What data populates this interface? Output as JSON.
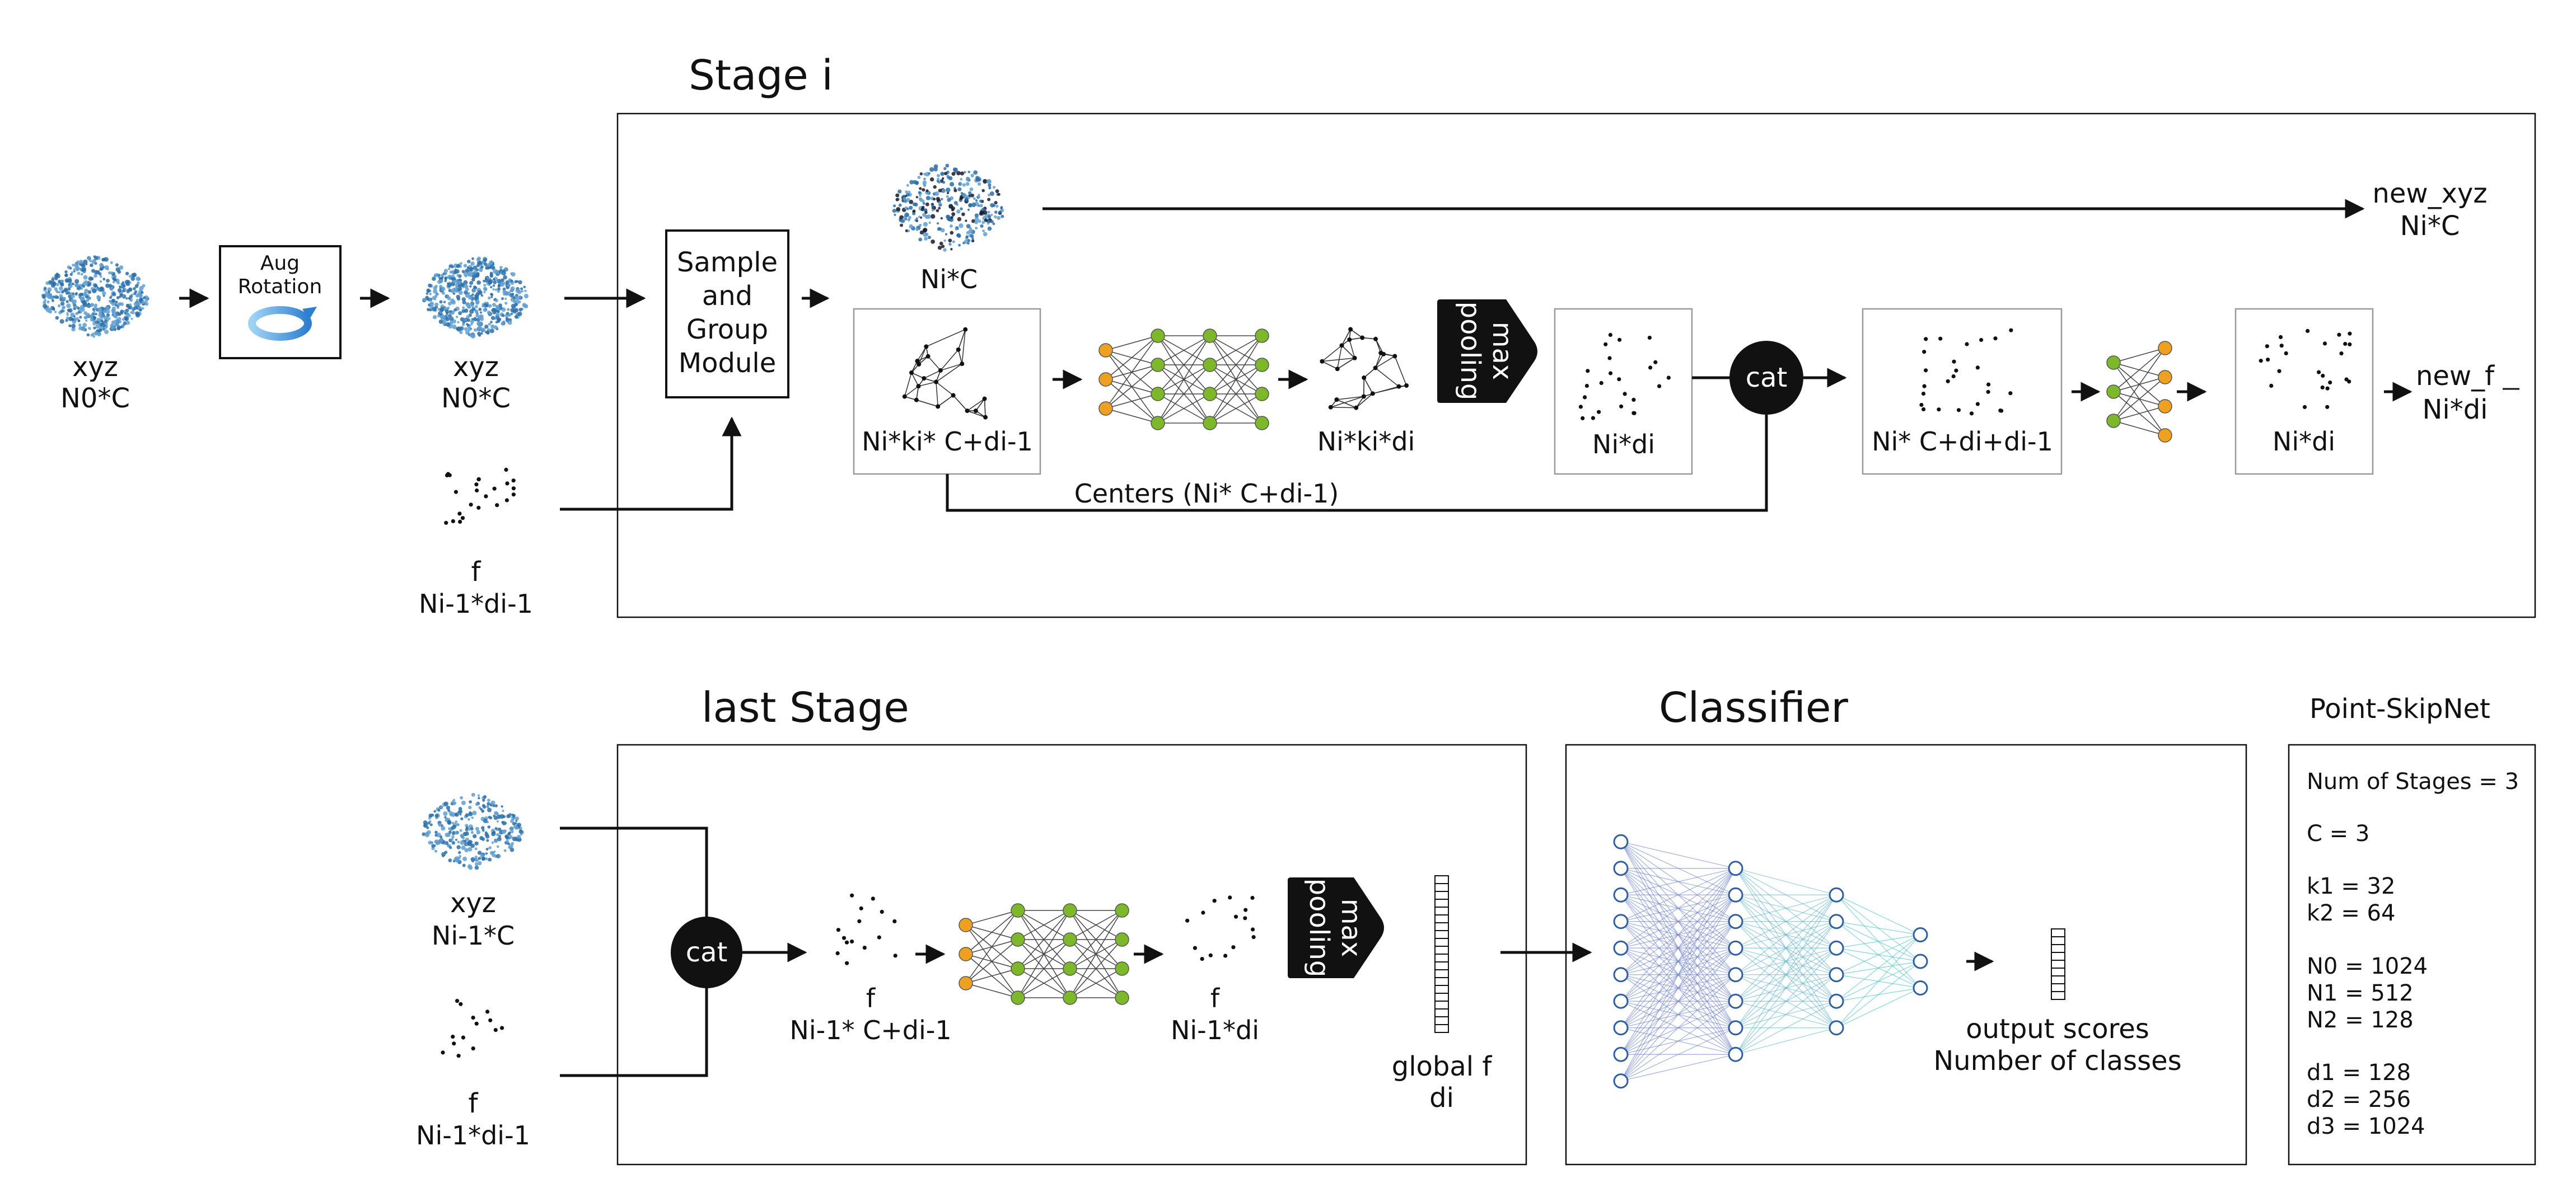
{
  "titles": {
    "stage_i": "Stage i",
    "last_stage": "last Stage",
    "classifier": "Classifier",
    "model_name": "Point-SkipNet"
  },
  "input": {
    "xyz": "xyz",
    "xyz_shape": "N0*C",
    "aug": [
      "Aug",
      "Rotation"
    ],
    "xyz_after": "xyz",
    "xyz_after_shape": "N0*C",
    "f": "f",
    "f_shape": "Ni-1*di-1"
  },
  "stage_i": {
    "sample_group": [
      "Sample",
      "and",
      "Group",
      "Module"
    ],
    "new_xyz_label": "Ni*C",
    "new_xyz": "new_xyz",
    "new_xyz_shape": "Ni*C",
    "grouped_label": "Ni*ki* C+di-1",
    "mlp_out_label": "Ni*ki*di",
    "max_pooling": [
      "max",
      "pooling"
    ],
    "pooled_label": "Ni*di",
    "cat": "cat",
    "concat_label": "Ni* C+di+di-1",
    "final_label": "Ni*di",
    "new_f": "new_f",
    "new_f_shape": "Ni*di",
    "centers": "Centers (Ni* C+di-1)"
  },
  "last_stage": {
    "xyz": "xyz",
    "xyz_shape": "Ni-1*C",
    "f": "f",
    "f_shape": "Ni-1*di-1",
    "cat": "cat",
    "f_cat": "f",
    "f_cat_shape": "Ni-1* C+di-1",
    "f_out": "f",
    "f_out_shape": "Ni-1*di",
    "max_pooling": [
      "max",
      "pooling"
    ],
    "global_f": "global f",
    "global_f_dim": "di"
  },
  "classifier": {
    "output": "output scores",
    "num_classes": "Number of classes"
  },
  "params": [
    "Num of Stages = 3",
    "C = 3",
    "k1 = 32",
    "k2 = 64",
    "N0 = 1024",
    "N1 = 512",
    "N2 = 128",
    "d1 = 128",
    "d2 = 256",
    "d3 = 1024"
  ],
  "colors": {
    "point_blue": "#2b6ea8",
    "node_orange": "#f0a020",
    "node_green": "#7cb82a",
    "classifier_node": "#2f5fa0",
    "stroke": "#111111"
  }
}
